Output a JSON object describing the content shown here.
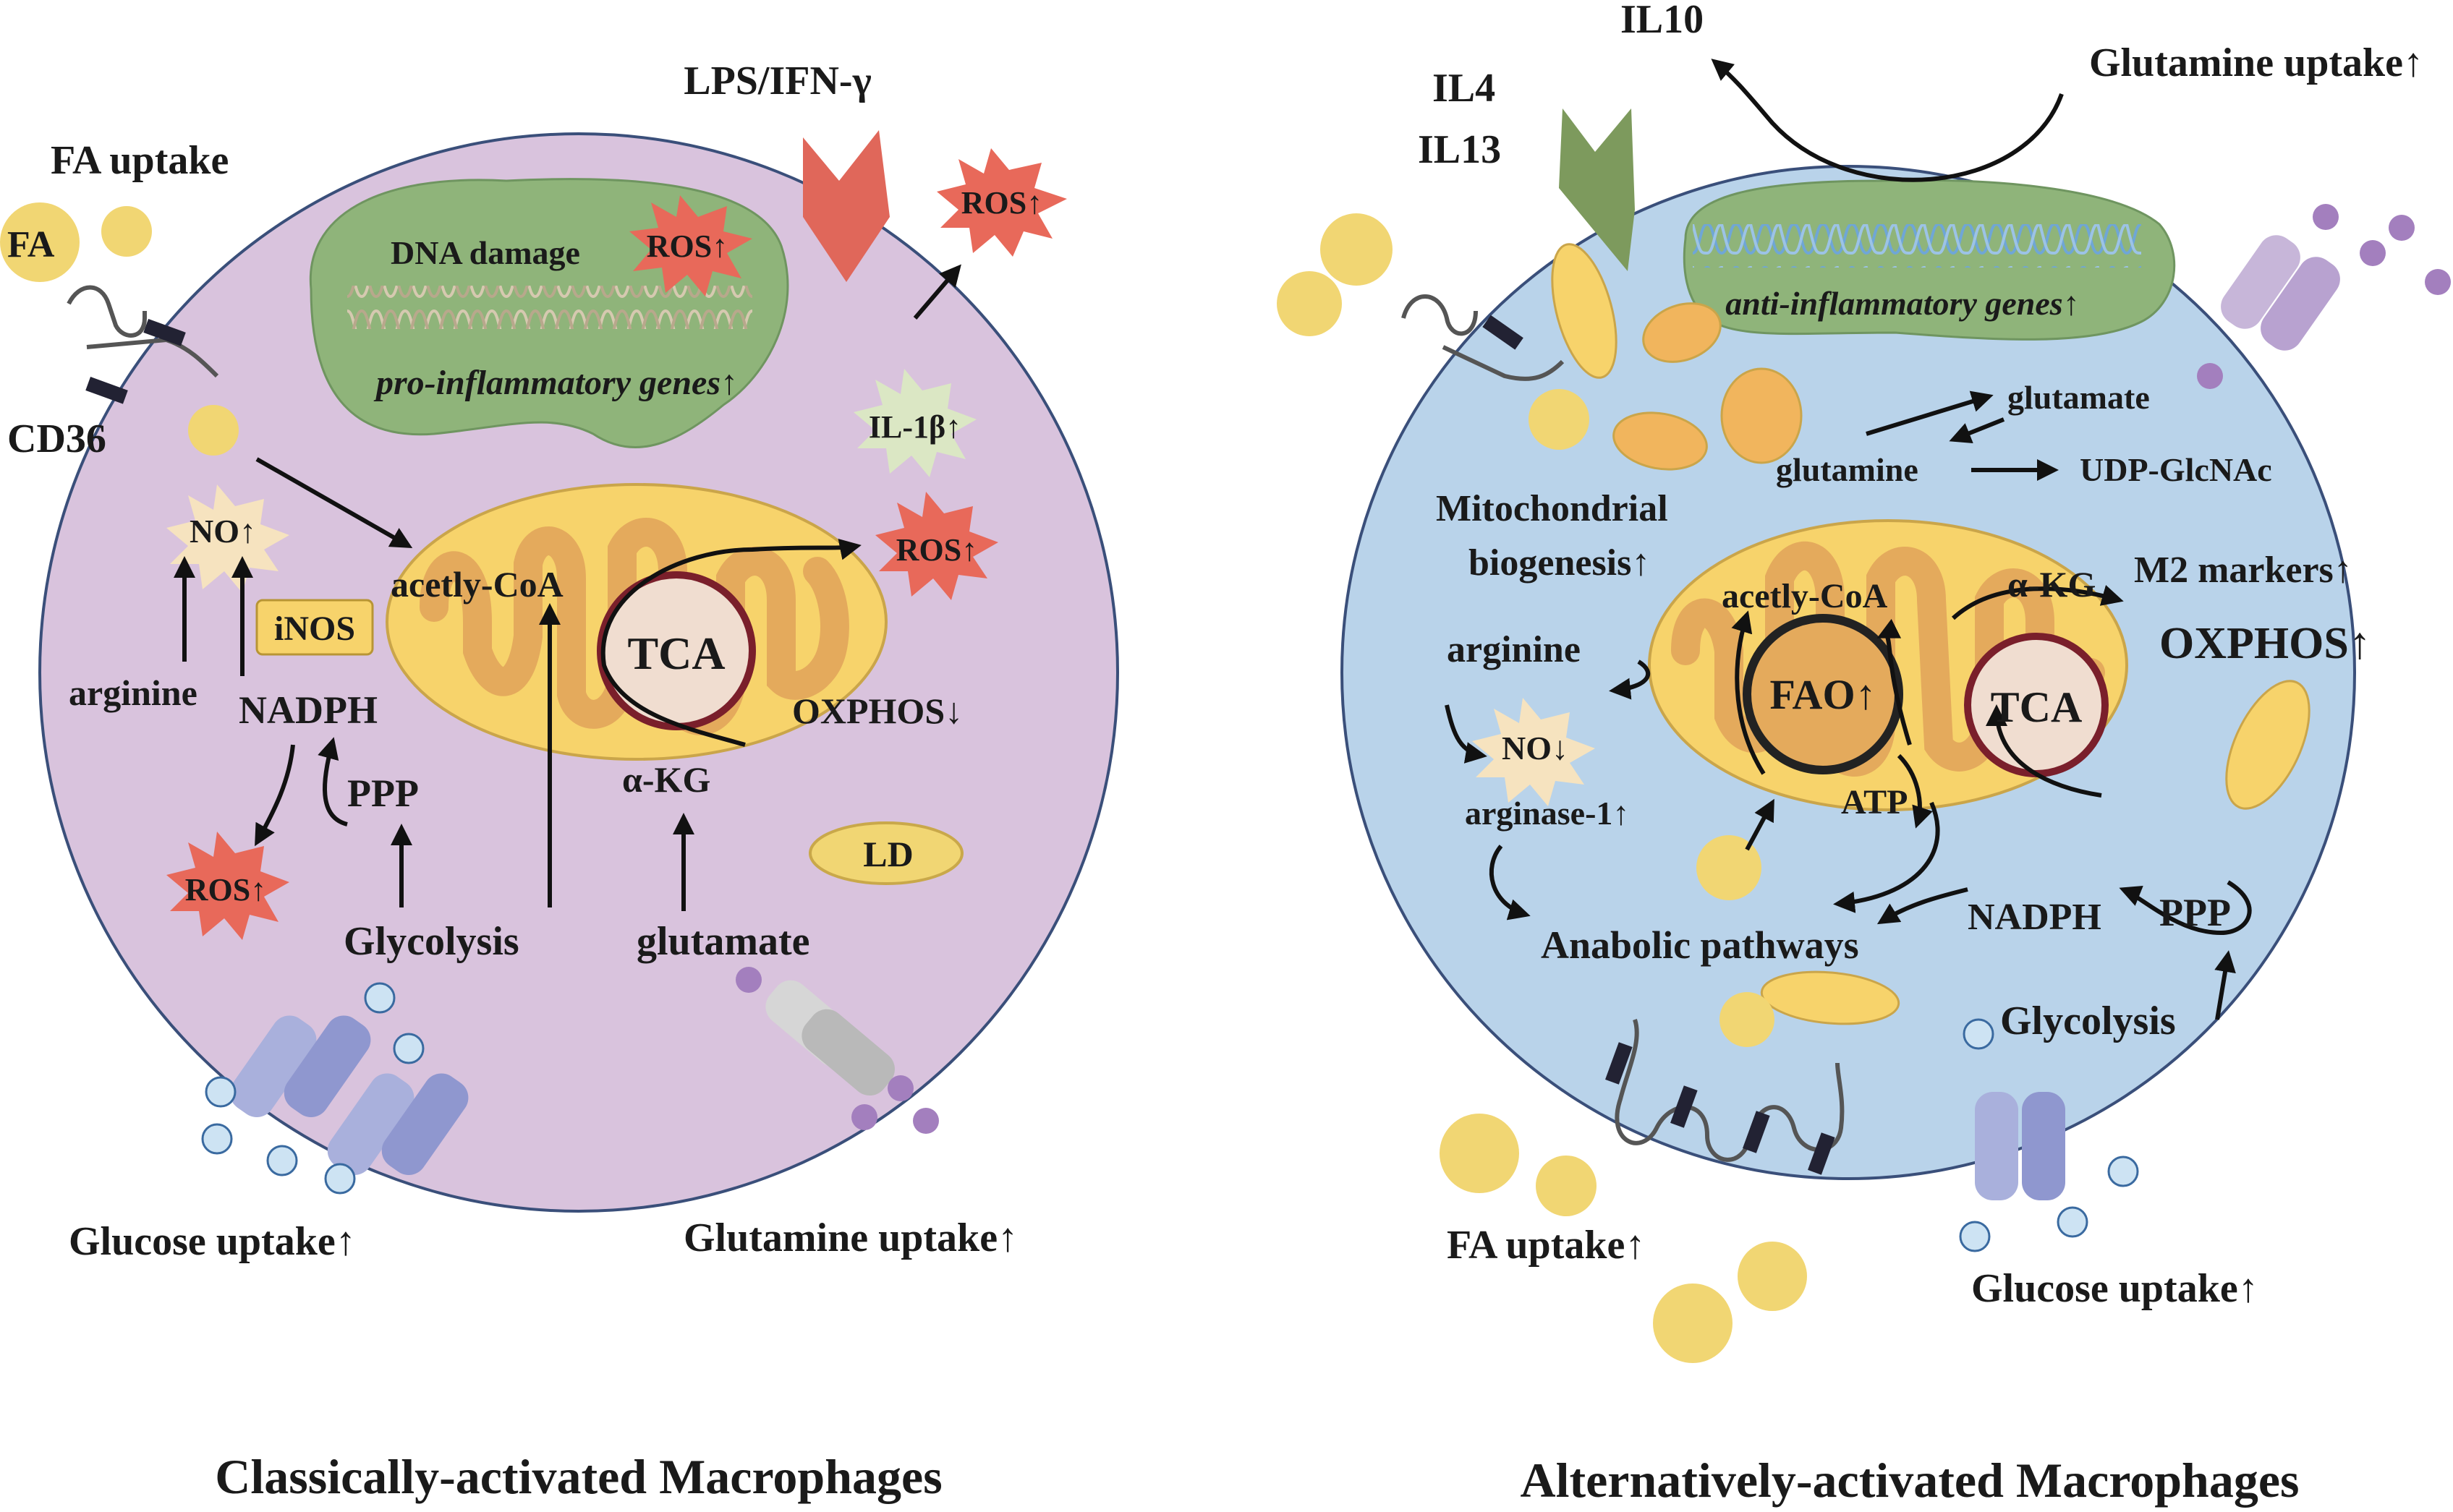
{
  "colors": {
    "m1_cell": "#d9c3dd",
    "m2_cell": "#b9d3ea",
    "cell_stroke": "#3a4f7a",
    "nucleus": "#8fb47a",
    "mito_outer": "#f7d36b",
    "mito_inner": "#e4aa5c",
    "tca_fill": "#f0ddd0",
    "tca_ring": "#7a1f2b",
    "ros_burst": "#e8695a",
    "no_burst": "#f6e3bf",
    "lps_arrow": "#e0675a",
    "il4_arrow": "#7d9a5d",
    "lipid": "#f1d673",
    "glucose_dot": "#cde3f3",
    "glutamine_dot": "#a37fbe",
    "m1_transporter": "#a9b0dc",
    "m2_transporter": "#c7b6d9",
    "glutamine_transporter": "#c8c8c8",
    "cd36": "#222233"
  },
  "m1": {
    "caption": "Classically-activated Macrophages",
    "stimulus": "LPS/IFN-γ",
    "fa_uptake": "FA uptake",
    "fa": "FA",
    "cd36": "CD36",
    "dna_damage": "DNA damage",
    "ros": "ROS↑",
    "pro_genes": "pro-inflammatory genes↑",
    "il1b": "IL-1β↑",
    "no": "NO↑",
    "inos": "iNOS",
    "arginine": "arginine",
    "nadph": "NADPH",
    "ppp": "PPP",
    "acetyl_coa": "acetly-CoA",
    "tca": "TCA",
    "oxphos": "OXPHOS↓",
    "akg": "α-KG",
    "ld": "LD",
    "glycolysis": "Glycolysis",
    "glutamate": "glutamate",
    "glucose_uptake": "Glucose uptake↑",
    "glutamine_uptake": "Glutamine uptake↑"
  },
  "m2": {
    "caption": "Alternatively-activated Macrophages",
    "il10": "IL10",
    "il4": "IL4",
    "il13": "IL13",
    "glutamine_uptake": "Glutamine uptake↑",
    "anti_genes": "anti-inflammatory genes↑",
    "glutamate": "glutamate",
    "glutamine": "glutamine",
    "udp": "UDP-GlcNAc",
    "mito_bio_1": "Mitochondrial",
    "mito_bio_2": "biogenesis↑",
    "acetyl_coa": "acetly-CoA",
    "akg": "α-KG",
    "m2_markers": "M2 markers↑",
    "oxphos": "OXPHOS↑",
    "arginine": "arginine",
    "fao": "FAO↑",
    "tca": "TCA",
    "no": "NO↓",
    "atp": "ATP",
    "arginase": "arginase-1↑",
    "anabolic": "Anabolic pathways",
    "nadph": "NADPH",
    "ppp": "PPP",
    "glycolysis": "Glycolysis",
    "fa_uptake": "FA uptake↑",
    "glucose_uptake": "Glucose uptake↑"
  }
}
